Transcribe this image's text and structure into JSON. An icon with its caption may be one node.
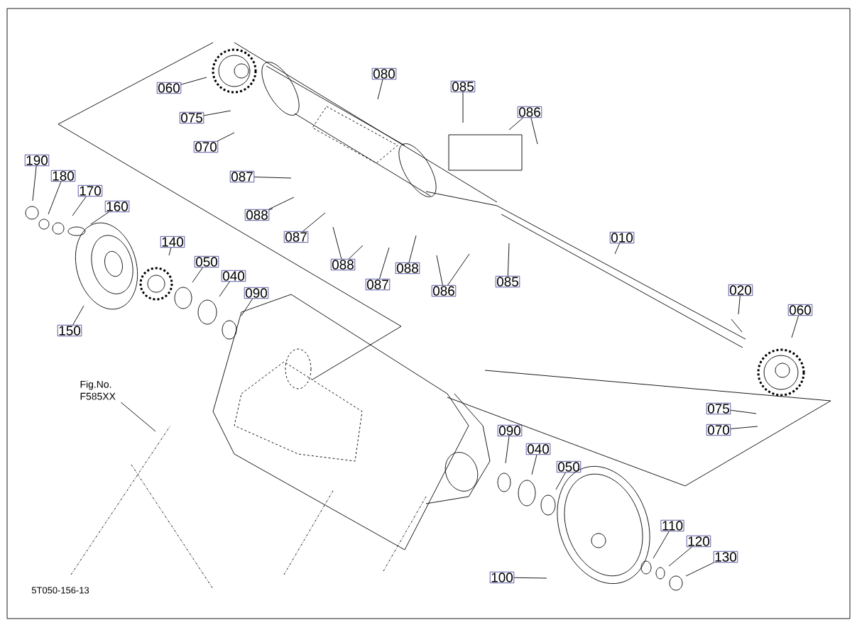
{
  "diagram": {
    "nodes": [
      {
        "text": [
          "060"
        ]
      },
      {
        "text": [
          "075"
        ]
      },
      {
        "text": [
          "070"
        ]
      },
      {
        "text": [
          "080"
        ]
      },
      {
        "text": [
          "085"
        ]
      },
      {
        "text": [
          "086"
        ]
      },
      {
        "text": [
          "087"
        ]
      },
      {
        "text": [
          "088"
        ]
      },
      {
        "text": [
          "087"
        ]
      },
      {
        "text": [
          "088"
        ]
      },
      {
        "text": [
          "087"
        ]
      },
      {
        "text": [
          "088"
        ]
      },
      {
        "text": [
          "086"
        ]
      },
      {
        "text": [
          "085"
        ]
      },
      {
        "text": [
          "010"
        ]
      },
      {
        "text": [
          "020"
        ]
      },
      {
        "text": [
          "060"
        ]
      },
      {
        "text": [
          "075"
        ]
      },
      {
        "text": [
          "070"
        ]
      },
      {
        "text": [
          "190"
        ]
      },
      {
        "text": [
          "180"
        ]
      },
      {
        "text": [
          "170"
        ]
      },
      {
        "text": [
          "160"
        ]
      },
      {
        "text": [
          "140"
        ]
      },
      {
        "text": [
          "050"
        ]
      },
      {
        "text": [
          "040"
        ]
      },
      {
        "text": [
          "090"
        ]
      },
      {
        "text": [
          "150"
        ]
      },
      {
        "text": [
          "090"
        ]
      },
      {
        "text": [
          "040"
        ]
      },
      {
        "text": [
          "050"
        ]
      },
      {
        "text": [
          "100"
        ]
      },
      {
        "text": [
          "110"
        ]
      },
      {
        "text": [
          "120"
        ]
      },
      {
        "text": [
          "130"
        ]
      },
      {
        "text": [
          "Fig.No. F585XX"
        ]
      }
    ],
    "edges": [
      {
        "from": 0,
        "to": null,
        "arrow": "none"
      },
      {
        "from": 1,
        "to": null,
        "arrow": "none"
      },
      {
        "from": 2,
        "to": null,
        "arrow": "none"
      },
      {
        "from": 3,
        "to": null,
        "arrow": "none"
      },
      {
        "from": 4,
        "to": null,
        "arrow": "none"
      },
      {
        "from": 5,
        "to": null,
        "arrow": "none"
      },
      {
        "from": 5,
        "to": null,
        "arrow": "none"
      },
      {
        "from": 6,
        "to": null,
        "arrow": "none"
      },
      {
        "from": 7,
        "to": null,
        "arrow": "none"
      },
      {
        "from": 7,
        "to": null,
        "arrow": "none"
      },
      {
        "from": 8,
        "to": null,
        "arrow": "none"
      },
      {
        "from": 9,
        "to": null,
        "arrow": "none"
      },
      {
        "from": 9,
        "to": null,
        "arrow": "none"
      },
      {
        "from": 10,
        "to": null,
        "arrow": "none"
      },
      {
        "from": 11,
        "to": null,
        "arrow": "none"
      },
      {
        "from": 12,
        "to": null,
        "arrow": "none"
      },
      {
        "from": 12,
        "to": null,
        "arrow": "none"
      },
      {
        "from": 13,
        "to": null,
        "arrow": "none"
      },
      {
        "from": 14,
        "to": null,
        "arrow": "none"
      },
      {
        "from": 15,
        "to": null,
        "arrow": "none"
      },
      {
        "from": 16,
        "to": null,
        "arrow": "none"
      },
      {
        "from": 17,
        "to": null,
        "arrow": "none"
      },
      {
        "from": 18,
        "to": null,
        "arrow": "none"
      },
      {
        "from": 19,
        "to": null,
        "arrow": "none"
      },
      {
        "from": 20,
        "to": null,
        "arrow": "none"
      },
      {
        "from": 21,
        "to": null,
        "arrow": "none"
      },
      {
        "from": 22,
        "to": null,
        "arrow": "none"
      },
      {
        "from": 23,
        "to": null,
        "arrow": "none"
      },
      {
        "from": 24,
        "to": null,
        "arrow": "none"
      },
      {
        "from": 25,
        "to": null,
        "arrow": "none"
      },
      {
        "from": 26,
        "to": null,
        "arrow": "none"
      },
      {
        "from": 27,
        "to": null,
        "arrow": "none"
      },
      {
        "from": 28,
        "to": null,
        "arrow": "none"
      },
      {
        "from": 29,
        "to": null,
        "arrow": "none"
      },
      {
        "from": 30,
        "to": null,
        "arrow": "none"
      },
      {
        "from": 31,
        "to": null,
        "arrow": "none"
      },
      {
        "from": 32,
        "to": null,
        "arrow": "none"
      },
      {
        "from": 33,
        "to": null,
        "arrow": "none"
      },
      {
        "from": 34,
        "to": null,
        "arrow": "none"
      },
      {
        "from": 35,
        "to": null,
        "arrow": "none"
      }
    ],
    "labels": [
      "5T050-156-13"
    ]
  }
}
